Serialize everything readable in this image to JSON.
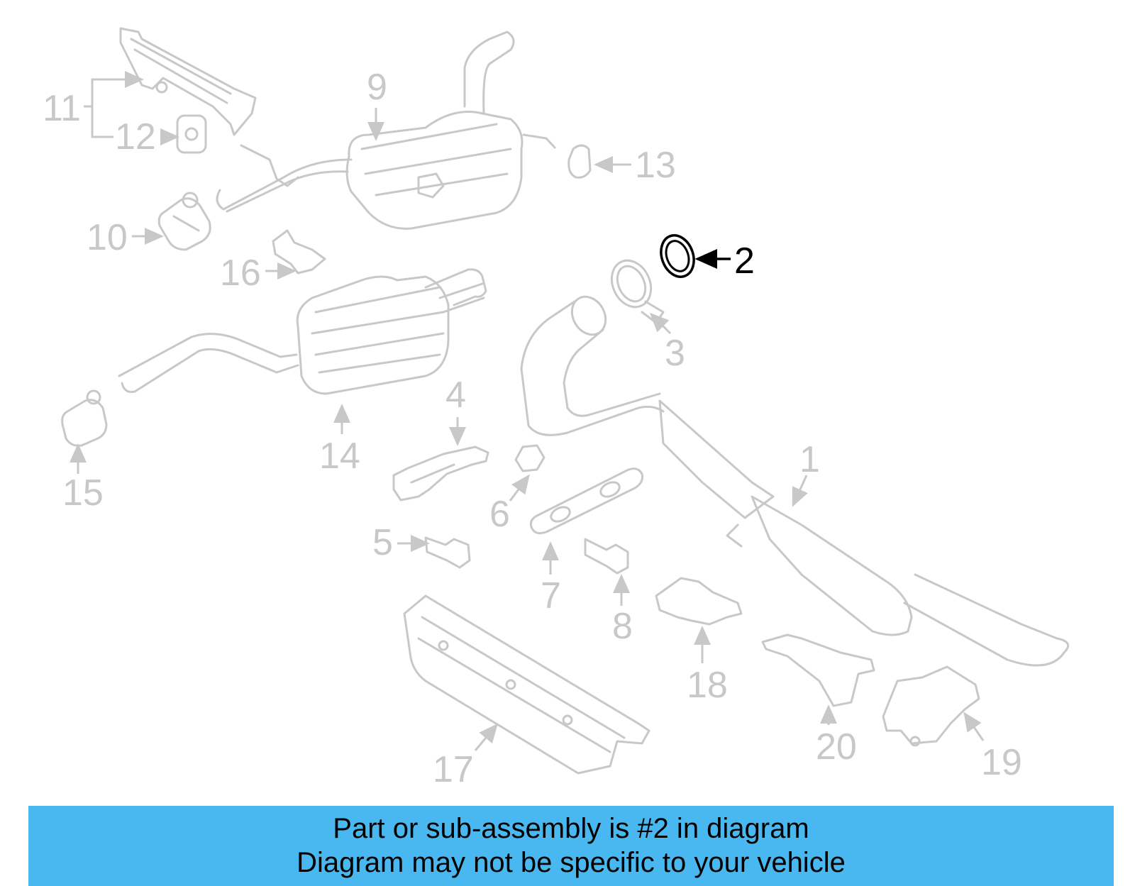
{
  "colors": {
    "background": "#ffffff",
    "dim_parts": "#c8c8c8",
    "highlight": "#000000",
    "banner": "#4ab8f0"
  },
  "highlighted_part": "2",
  "callouts": [
    "1",
    "2",
    "3",
    "4",
    "5",
    "6",
    "7",
    "8",
    "9",
    "10",
    "11",
    "12",
    "13",
    "14",
    "15",
    "16",
    "17",
    "18",
    "19",
    "20"
  ],
  "banner": {
    "line1": "Part or sub-assembly is #2 in diagram",
    "line2": "Diagram may not be specific to your vehicle"
  }
}
